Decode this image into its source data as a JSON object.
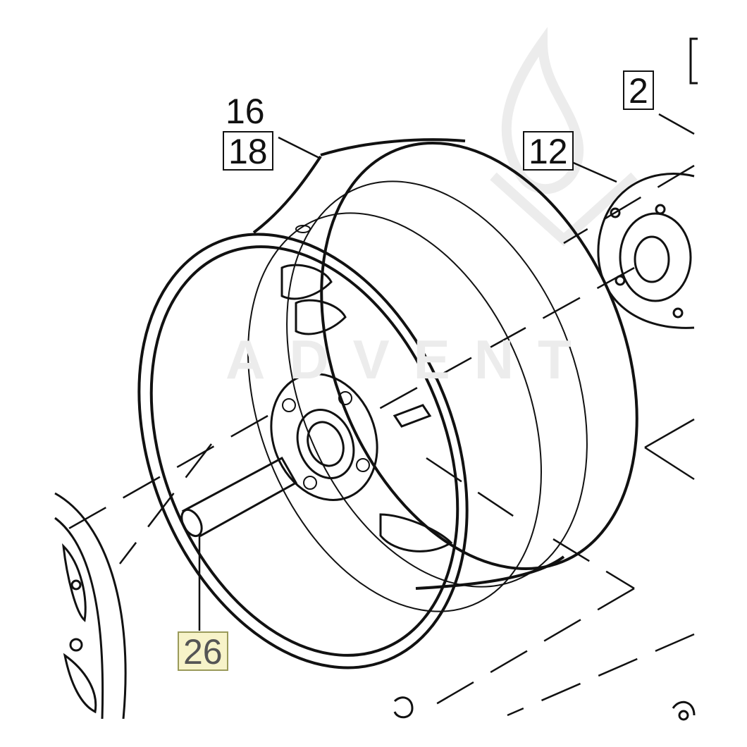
{
  "diagram": {
    "callouts": [
      {
        "id": "c16",
        "text": "16",
        "boxed": false,
        "highlighted": false
      },
      {
        "id": "c18",
        "text": "18",
        "boxed": true,
        "highlighted": false
      },
      {
        "id": "c2",
        "text": "2",
        "boxed": true,
        "highlighted": false
      },
      {
        "id": "c12",
        "text": "12",
        "boxed": true,
        "highlighted": false
      },
      {
        "id": "c26",
        "text": "26",
        "boxed": true,
        "highlighted": true
      }
    ],
    "watermark": "ADVENT",
    "colors": {
      "line": "#111111",
      "highlight_fill": "#f7f3c9",
      "watermark": "#ececec"
    }
  }
}
